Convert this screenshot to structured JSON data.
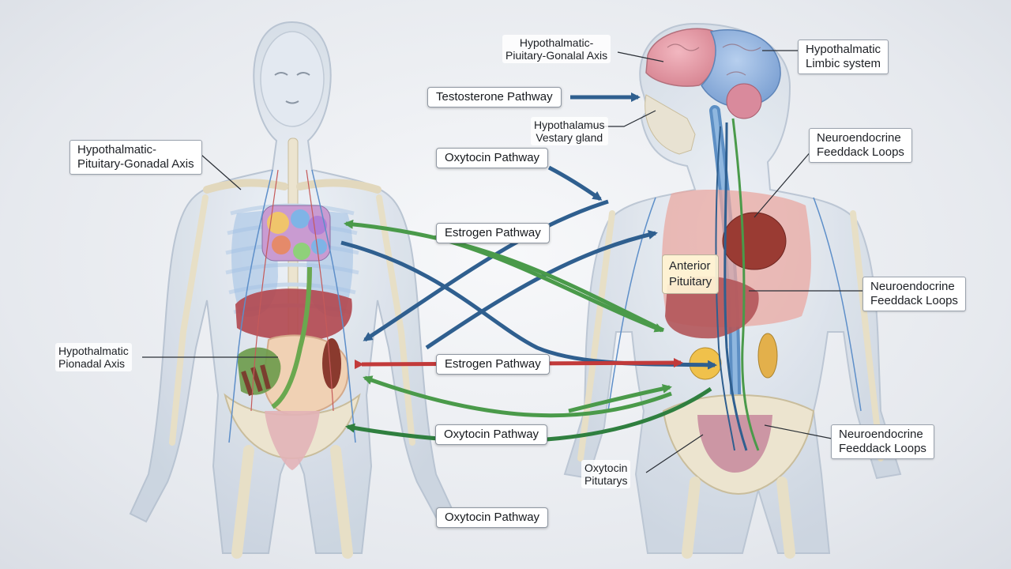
{
  "labels": {
    "left_hpg_axis": [
      "Hypothalmatic-",
      "Pituitary-Gonadal Axis"
    ],
    "left_pionadal_axis": [
      "Hypothalmatic",
      "Pionadal Axis"
    ],
    "top_hpg_axis": [
      "Hypothalmatic-",
      "Piuitary-Gonalal Axis"
    ],
    "limbic": [
      "Hypothalmatic",
      "Limbic system"
    ],
    "hypothalamus_gland": [
      "Hypothalamus",
      "Vestary gland"
    ],
    "feedback_1": [
      "Neuroendocrine",
      "Feeddack Loops"
    ],
    "feedback_2": [
      "Neuroendocrine",
      "Feeddack Loops"
    ],
    "feedback_3": [
      "Neuroendocrine",
      "Feeddack Loops"
    ],
    "anterior_pituitary": [
      "Anterior",
      "Pituitary"
    ],
    "oxytocin_pitutarys": [
      "Oxytocin",
      "Pitutarys"
    ]
  },
  "pathways": {
    "testosterone": "Testosterone Pathway",
    "oxytocin_top": "Oxytocin Pathway",
    "estrogen_top": "Estrogen Pathway",
    "estrogen_mid": "Estrogen Pathway",
    "oxytocin_mid": "Oxytocin Pathway",
    "oxytocin_bottom": "Oxytocin Pathway"
  },
  "colors": {
    "blue_pathway": "#2f5f8f",
    "green_pathway": "#4a9a4a",
    "red_pathway": "#c23a3a",
    "dark_green_pathway": "#2f7f3f",
    "body": "#cfd8e4",
    "bone": "#ece4cf"
  }
}
